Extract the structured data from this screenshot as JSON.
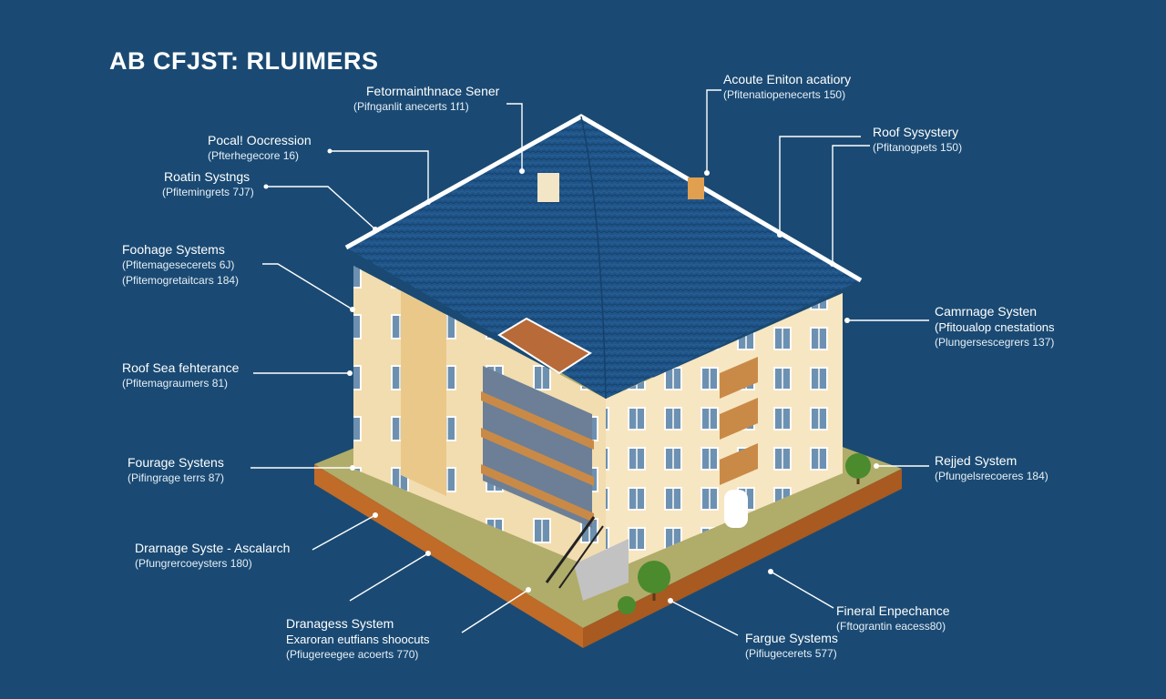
{
  "title": "AB CFJST: RLUIMERS",
  "labels": [
    {
      "id": "retromaint",
      "title": "Fetormainthnace Sener",
      "sub": "(Pifnganlit anecerts 1f1)"
    },
    {
      "id": "pocal",
      "title": "Pocal! Oocression",
      "sub": "(Pfterhegecore 16)"
    },
    {
      "id": "roatin",
      "title": "Roatin Systngs",
      "sub": "(Pfitemingrets 7J7)"
    },
    {
      "id": "foohage",
      "title": "Foohage Systems",
      "sub": "(Pfitemagesecerets 6J)",
      "sub2": "(Pfitemogretaitcars 184)"
    },
    {
      "id": "roofsea",
      "title": "Roof Sea fehterance",
      "sub": "(Pfitemagraumers 81)"
    },
    {
      "id": "fourage",
      "title": "Fourage Systens",
      "sub": "(Pifingrage terrs 87)"
    },
    {
      "id": "drainsyst",
      "title": "Drarnage Syste - Ascalarch",
      "sub": "(Pfungrercoeysters 180)"
    },
    {
      "id": "dranages",
      "title": "Dranagess System",
      "sub": "Exaroran eutfians shoocuts",
      "sub2": "(Pfiugereegee acoerts 770)"
    },
    {
      "id": "acoute",
      "title": "Acoute Eniton acatiory",
      "sub": "(Pfitenatiopenecerts 150)"
    },
    {
      "id": "roofsys",
      "title": "Roof Sysystery",
      "sub": "(Pfitanogpets 150)"
    },
    {
      "id": "camnage",
      "title": "Camrnage Systen",
      "sub": "(Pfitoualop cnestations",
      "sub2": "(Plungersescegrers 137)"
    },
    {
      "id": "rejed",
      "title": "Rejjed System",
      "sub": "(Pfungelsrecoeres 184)"
    },
    {
      "id": "fineral",
      "title": "Fineral Enpechance",
      "sub": "(Fftograntin eacess80)"
    },
    {
      "id": "fargue",
      "title": "Fargue Systems",
      "sub": "(Pifiugecerets 577)"
    }
  ]
}
